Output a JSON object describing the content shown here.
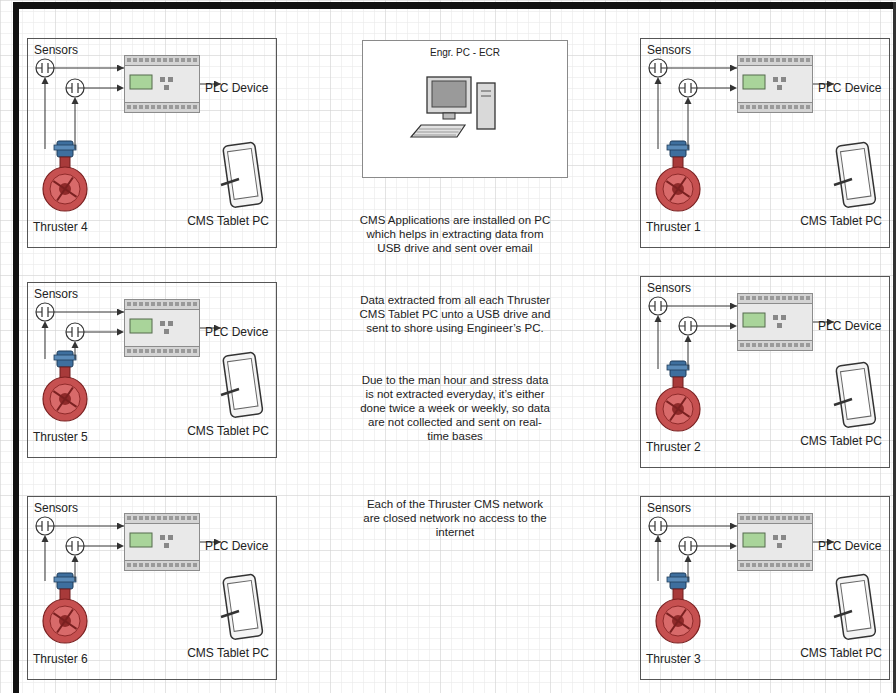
{
  "diagram": {
    "nodes": [
      {
        "text": [
          "Thruster 4"
        ]
      },
      {
        "text": [
          "Sensors"
        ],
        "in": 0
      },
      {
        "text": [
          "PLC Device"
        ],
        "in": 0
      },
      {
        "text": [
          "CMS Tablet PC"
        ],
        "in": 0
      },
      {
        "text": [
          "Engr. PC - ECR"
        ]
      },
      {
        "text": [
          "Thruster 1"
        ]
      },
      {
        "text": [
          "Sensors"
        ],
        "in": 5
      },
      {
        "text": [
          "PLC Device"
        ],
        "in": 5
      },
      {
        "text": [
          "CMS Tablet PC"
        ],
        "in": 5
      },
      {
        "text": [
          "Thruster 5"
        ]
      },
      {
        "text": [
          "Sensors"
        ],
        "in": 9
      },
      {
        "text": [
          "PLC Device"
        ],
        "in": 9
      },
      {
        "text": [
          "CMS Tablet PC"
        ],
        "in": 9
      },
      {
        "text": [
          "Thruster 2"
        ]
      },
      {
        "text": [
          "Sensors"
        ],
        "in": 13
      },
      {
        "text": [
          "PLC Device"
        ],
        "in": 13
      },
      {
        "text": [
          "CMS Tablet PC"
        ],
        "in": 13
      },
      {
        "text": [
          "Thruster 6"
        ]
      },
      {
        "text": [
          "Sensors"
        ],
        "in": 17
      },
      {
        "text": [
          "PLC Device"
        ],
        "in": 17
      },
      {
        "text": [
          "CMS Tablet PC"
        ],
        "in": 17
      },
      {
        "text": [
          "Thruster 3"
        ]
      },
      {
        "text": [
          "Sensors"
        ],
        "in": 21
      },
      {
        "text": [
          "PLC Device"
        ],
        "in": 21
      },
      {
        "text": [
          "CMS Tablet PC"
        ],
        "in": 21
      }
    ],
    "edges": [
      {
        "from": 1,
        "to": 2,
        "arrow": "to"
      },
      {
        "from": 2,
        "to": 3,
        "arrow": "to"
      },
      {
        "from": 6,
        "to": 7,
        "arrow": "to"
      },
      {
        "from": 7,
        "to": 8,
        "arrow": "to"
      },
      {
        "from": 10,
        "to": 11,
        "arrow": "to"
      },
      {
        "from": 11,
        "to": 12,
        "arrow": "to"
      },
      {
        "from": 14,
        "to": 15,
        "arrow": "to"
      },
      {
        "from": 15,
        "to": 16,
        "arrow": "to"
      },
      {
        "from": 18,
        "to": 19,
        "arrow": "to"
      },
      {
        "from": 19,
        "to": 20,
        "arrow": "to"
      },
      {
        "from": 22,
        "to": 23,
        "arrow": "to"
      },
      {
        "from": 23,
        "to": 24,
        "arrow": "to"
      }
    ],
    "labels": [
      "CMS Applications are installed on PC which helps in extracting data from USB drive and sent over email",
      "Data extracted from all each Thruster CMS Tablet PC unto a USB drive and sent to shore using Engineer’s PC.",
      "Due to the man hour and stress data is not extracted everyday, it’s either done twice a week or weekly, so data are not collected and sent on real-time bases",
      "Each of the Thruster CMS network are closed network no access to the internet"
    ]
  }
}
